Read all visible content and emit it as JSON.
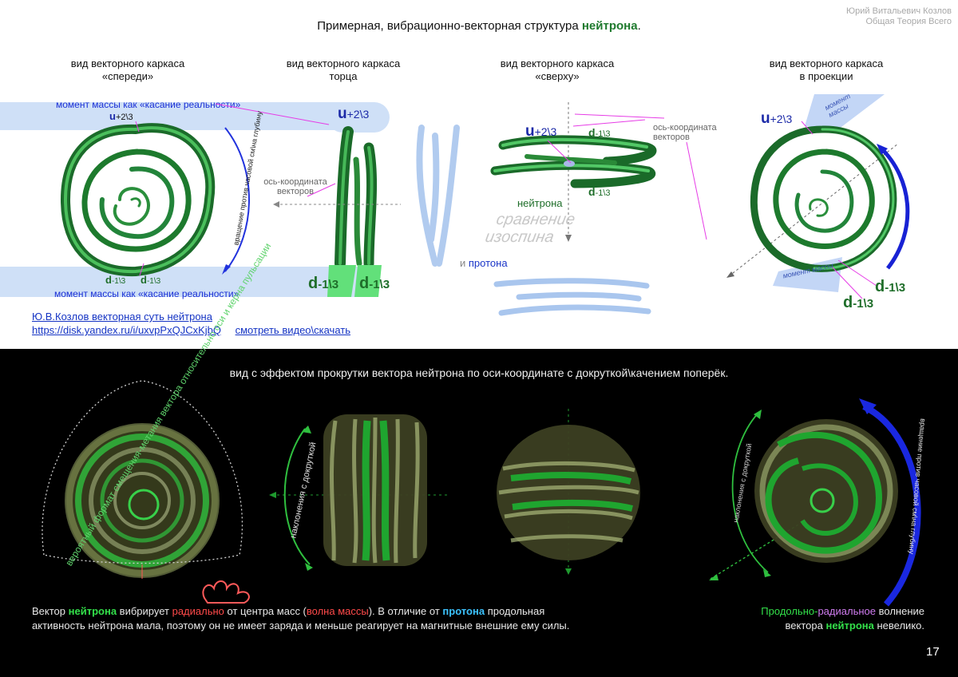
{
  "author": {
    "line1": "Юрий Витальевич Козлов",
    "line2": "Общая Теория Всего"
  },
  "title": {
    "prefix": "Примерная, вибрационно-векторная структура",
    "highlight": "нейтрона",
    "suffix": "."
  },
  "views": [
    {
      "line1": "вид векторного каркаса",
      "line2": "«спереди»"
    },
    {
      "line1": "вид векторного каркаса",
      "line2": "торца"
    },
    {
      "line1": "вид векторного каркаса",
      "line2": "«сверху»"
    },
    {
      "line1": "вид векторного каркаса",
      "line2": "в проекции"
    }
  ],
  "front": {
    "moment_top": "момент массы как «касание реальности»",
    "moment_bottom": "момент массы как «касание реальности»",
    "u": "u",
    "u_val": "+2\\3",
    "d": "d",
    "d_val": "-1\\3",
    "rotation_label": "вращение против часовой см\\на глубину"
  },
  "edge": {
    "u": "u",
    "u_val": "+2\\3",
    "axis_label_1": "ось-координата",
    "axis_label_2": "векторов",
    "d": "d",
    "d_val": "-1\\3"
  },
  "compare": {
    "line1": "сравнение",
    "line2": "изоспина",
    "and": "и",
    "proton": "протона"
  },
  "top_view": {
    "u": "u",
    "u_val": "+2\\3",
    "d": "d",
    "d_val": "-1\\3",
    "axis_label_1": "ось-координата",
    "axis_label_2": "векторов",
    "neutron": "нейтрона"
  },
  "projection": {
    "u": "u",
    "u_val": "+2\\3",
    "moment_top_1": "момент",
    "moment_top_2": "массы",
    "moment_bottom": "момент массы",
    "d": "d",
    "d_val": "-1\\3"
  },
  "links": {
    "line1": "Ю.В.Козлов векторная суть нейтрона",
    "url": "https://disk.yandex.ru/i/uxvpPxQJCxKjbQ",
    "action": "смотреть видео\\скачать"
  },
  "bottom": {
    "heading": "вид с эффектом прокрутки вектора нейтрона по оси-координате с докруткой\\качением поперёк.",
    "arc_label": "вероятный формат смещения-метания вектора относительно оси и керна пульсации",
    "nakl_1": "наклонения с докруткой",
    "nakl_2": "наклонения с докруткой",
    "rot_label": "вращение против часовой см\\на глубину"
  },
  "bottom_text": {
    "p1_a": "Вектор",
    "p1_neutron": "нейтрона",
    "p1_b": "вибрирует",
    "p1_radial": "радиально",
    "p1_c": "от центра масс (",
    "p1_wave": "волна массы",
    "p1_d": "). В отличие от",
    "p1_proton": "протона",
    "p1_e": "продольная",
    "p2": "активность нейтрона мала, поэтому он не имеет заряда и меньше реагирует на магнитные внешние ему силы.",
    "r1_a": "Продольно-",
    "r1_b": "радиальное",
    "r1_c": "волнение",
    "r2_a": "вектора",
    "r2_neutron": "нейтрона",
    "r2_b": "невелико."
  },
  "page_number": "17"
}
